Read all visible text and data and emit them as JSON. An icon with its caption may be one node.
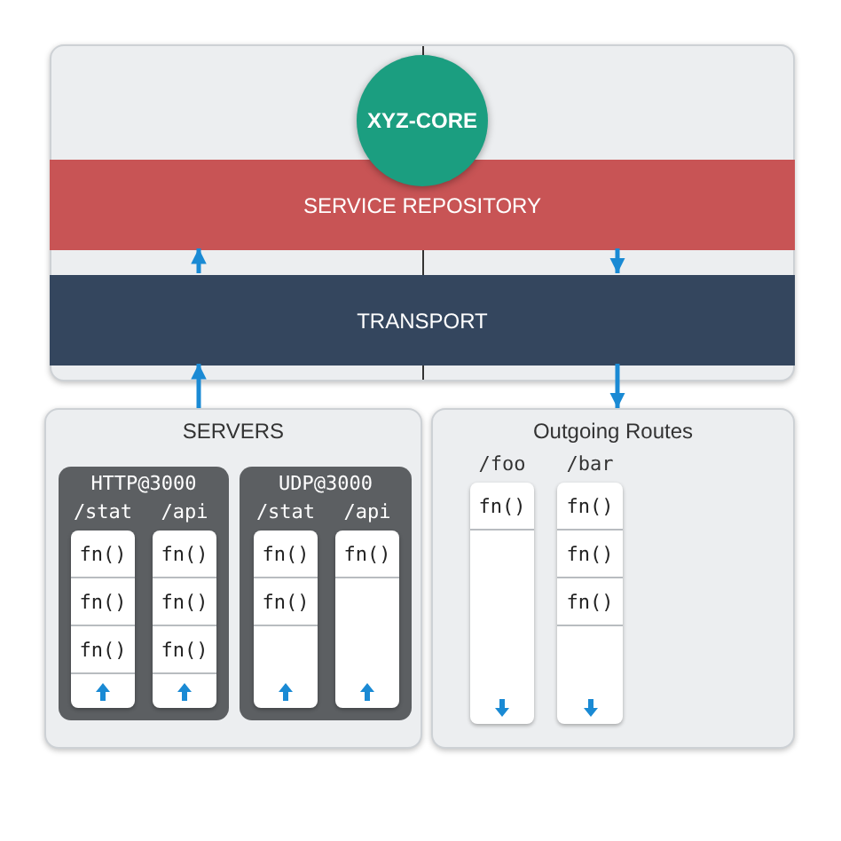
{
  "diagram": {
    "nodes": [
      {
        "text": [],
        "shape": "box"
      },
      {
        "text": [
          "XYZ-CORE"
        ],
        "in": 0
      },
      {
        "text": [
          "SERVICE REPOSITORY"
        ],
        "in": 0
      },
      {
        "text": [
          "TRANSPORT"
        ],
        "in": 0
      },
      {
        "text": [
          "SERVERS"
        ]
      },
      {
        "text": [
          "HTTP@3000"
        ],
        "in": 4
      },
      {
        "text": [
          "/stat"
        ],
        "in": 5
      },
      {
        "text": [
          "fn()"
        ],
        "in": 6
      },
      {
        "text": [
          "fn()"
        ],
        "in": 6
      },
      {
        "text": [
          "fn()"
        ],
        "in": 6
      },
      {
        "text": [
          "/api"
        ],
        "in": 5
      },
      {
        "text": [
          "fn()"
        ],
        "in": 10
      },
      {
        "text": [
          "fn()"
        ],
        "in": 10
      },
      {
        "text": [
          "fn()"
        ],
        "in": 10
      },
      {
        "text": [
          "UDP@3000"
        ],
        "in": 4
      },
      {
        "text": [
          "/stat"
        ],
        "in": 14
      },
      {
        "text": [
          "fn()"
        ],
        "in": 15
      },
      {
        "text": [
          "fn()"
        ],
        "in": 15
      },
      {
        "text": [
          "/api"
        ],
        "in": 14
      },
      {
        "text": [
          "fn()"
        ],
        "in": 18
      },
      {
        "text": [
          "Outgoing Routes"
        ]
      },
      {
        "text": [
          "/foo"
        ],
        "in": 20
      },
      {
        "text": [
          "fn()"
        ],
        "in": 21
      },
      {
        "text": [
          "/bar"
        ],
        "in": 20
      },
      {
        "text": [
          "fn()"
        ],
        "in": 23
      },
      {
        "text": [
          "fn()"
        ],
        "in": 23
      },
      {
        "text": [
          "fn()"
        ],
        "in": 23
      }
    ],
    "edges": [
      {
        "from": 3,
        "to": 2,
        "arrow": "to"
      },
      {
        "from": 2,
        "to": 3,
        "arrow": "to"
      },
      {
        "from": 4,
        "to": 3,
        "arrow": "to"
      },
      {
        "from": 3,
        "to": 20,
        "arrow": "to"
      }
    ]
  }
}
